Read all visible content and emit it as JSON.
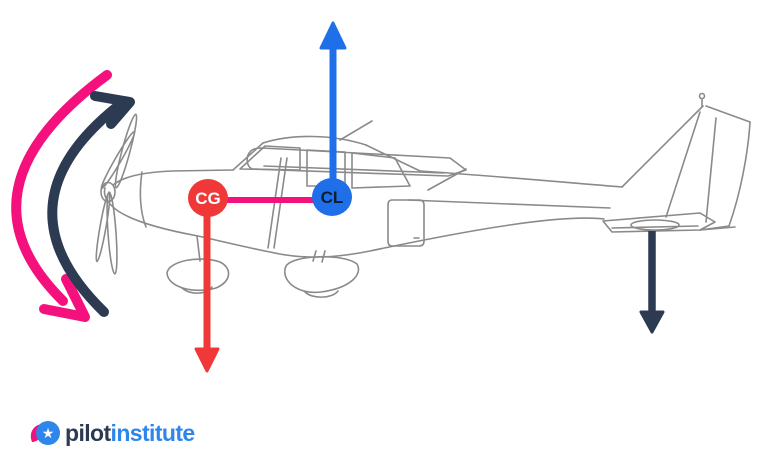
{
  "labels": {
    "cg": "CG",
    "cl": "CL"
  },
  "logo": {
    "part1": "pilot",
    "part2": "institute",
    "star_glyph": "★"
  },
  "colors": {
    "pink": "#F4117E",
    "navy": "#2C3B52",
    "blue": "#1E6FE8",
    "red": "#F03838",
    "cl_text": "#0E1D33",
    "white": "#FFFFFF",
    "outline_gray": "#8A8A8A",
    "logo_navy": "#2C3B52",
    "logo_blue": "#2E86EB"
  },
  "diagram": {
    "type": "aircraft-pitch-forces-diagram",
    "markers": [
      {
        "id": "CG",
        "label": "CG",
        "fill": "#F03838",
        "text_color": "#FFFFFF"
      },
      {
        "id": "CL",
        "label": "CL",
        "fill": "#1E6FE8",
        "text_color": "#0E1D33"
      }
    ],
    "arrows": [
      {
        "name": "lift-up-arrow",
        "color": "#1E6FE8",
        "direction": "up",
        "anchor": "CL"
      },
      {
        "name": "weight-down-arrow",
        "color": "#F03838",
        "direction": "down",
        "anchor": "CG"
      },
      {
        "name": "tail-down-force-arrow",
        "color": "#2C3B52",
        "direction": "down",
        "anchor": "tail"
      },
      {
        "name": "rotation-arc-pink",
        "color": "#F4117E",
        "direction": "counterclockwise",
        "anchor": "nose"
      },
      {
        "name": "rotation-arc-navy",
        "color": "#2C3B52",
        "direction": "clockwise",
        "anchor": "nose"
      }
    ],
    "connector": {
      "name": "cg-cl-connector-line",
      "color": "#F4117E",
      "from": "CG",
      "to": "CL"
    }
  }
}
